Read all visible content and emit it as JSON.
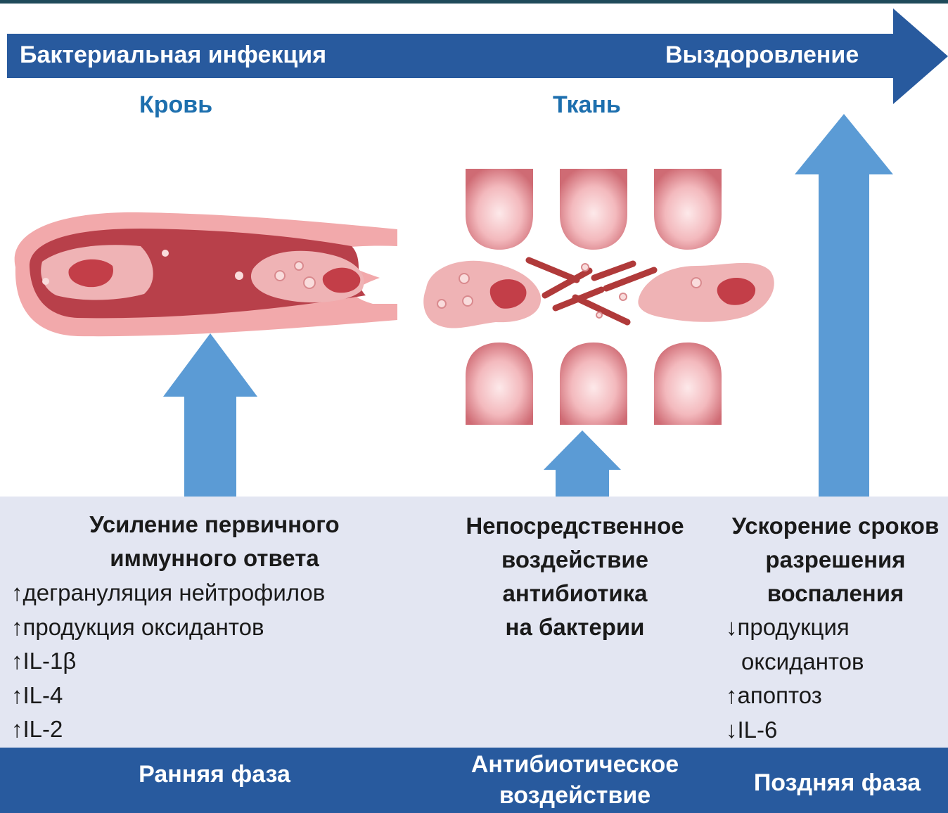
{
  "banner": {
    "left_label": "Бактериальная инфекция",
    "right_label": "Выздоровление"
  },
  "sections": {
    "blood_label": "Кровь",
    "tissue_label": "Ткань"
  },
  "columns": [
    {
      "title_lines": [
        "Усиление первичного",
        "иммунного ответа"
      ],
      "items": [
        {
          "arrow": "↑",
          "text": "дегрануляция нейтрофилов"
        },
        {
          "arrow": "↑",
          "text": "продукция оксидантов"
        },
        {
          "arrow": "↑",
          "text": "IL-1β"
        },
        {
          "arrow": "↑",
          "text": "IL-4"
        },
        {
          "arrow": "↑",
          "text": "IL-2"
        }
      ]
    },
    {
      "title_lines": [
        "Непосредственное",
        "воздействие",
        "антибиотика",
        "на бактерии"
      ],
      "items": []
    },
    {
      "title_lines": [
        "Ускорение сроков",
        "разрешения",
        "воспаления"
      ],
      "items": [
        {
          "arrow": "↓",
          "text": "продукция"
        },
        {
          "arrow": "",
          "text": "оксидантов"
        },
        {
          "arrow": "↑",
          "text": "апоптоз"
        },
        {
          "arrow": "↓",
          "text": "IL-6"
        }
      ]
    }
  ],
  "footer": {
    "early_phase": "Ранняя фаза",
    "antibiotic_line1": "Антибиотическое",
    "antibiotic_line2": "воздействие",
    "late_phase": "Поздняя фаза"
  },
  "colors": {
    "banner_blue": "#285a9e",
    "heading_blue": "#1d6fae",
    "up_arrow_blue": "#5b9bd5",
    "panel_bg": "#e3e6f2"
  },
  "icons": [
    "timeline-arrow-icon",
    "blood-vessel-icon",
    "tissue-cells-icon",
    "bacteria-icon",
    "up-arrow-icon"
  ]
}
